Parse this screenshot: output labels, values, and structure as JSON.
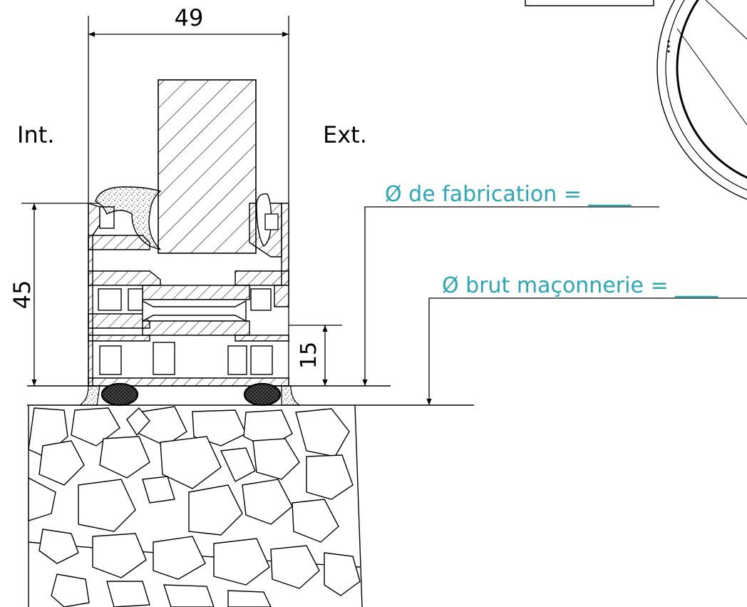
{
  "labels": {
    "interior": "Int.",
    "exterior": "Ext.",
    "fabrication_diameter": "Ø de fabrication = ____",
    "masonry_diameter": "Ø brut maçonnerie = ____"
  },
  "dimensions": {
    "overall_width": "49",
    "overall_height": "45",
    "sill_height": "15"
  },
  "colors": {
    "annotation": "#2aa8b8",
    "line": "#000000",
    "background": "#ffffff"
  }
}
